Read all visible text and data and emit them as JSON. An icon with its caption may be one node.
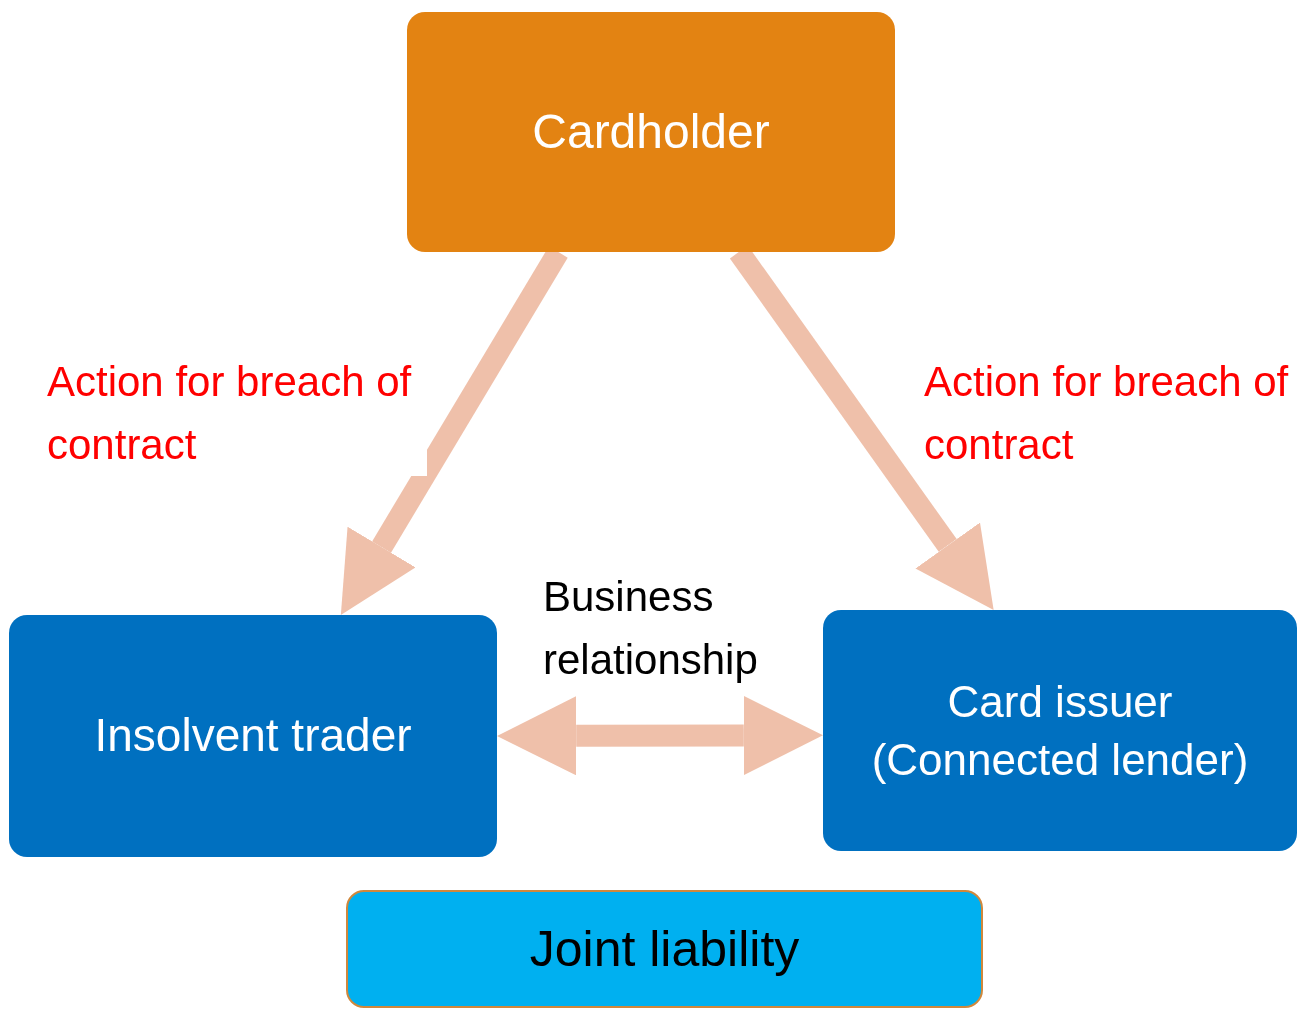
{
  "diagram": {
    "nodes": [
      {
        "text": [
          "Cardholder"
        ]
      },
      {
        "text": [
          "Insolvent trader"
        ]
      },
      {
        "text": [
          "Card issuer (Connected lender)"
        ]
      },
      {
        "text": [
          "Joint liability"
        ]
      }
    ],
    "edges": [
      {
        "from": 0,
        "to": 1,
        "arrow": "to",
        "label": "Action for breach of contract"
      },
      {
        "from": 0,
        "to": 2,
        "arrow": "to",
        "label": "Action for breach of contract"
      },
      {
        "from": 1,
        "to": 2,
        "arrow": "both",
        "label": "Business relationship"
      }
    ]
  }
}
